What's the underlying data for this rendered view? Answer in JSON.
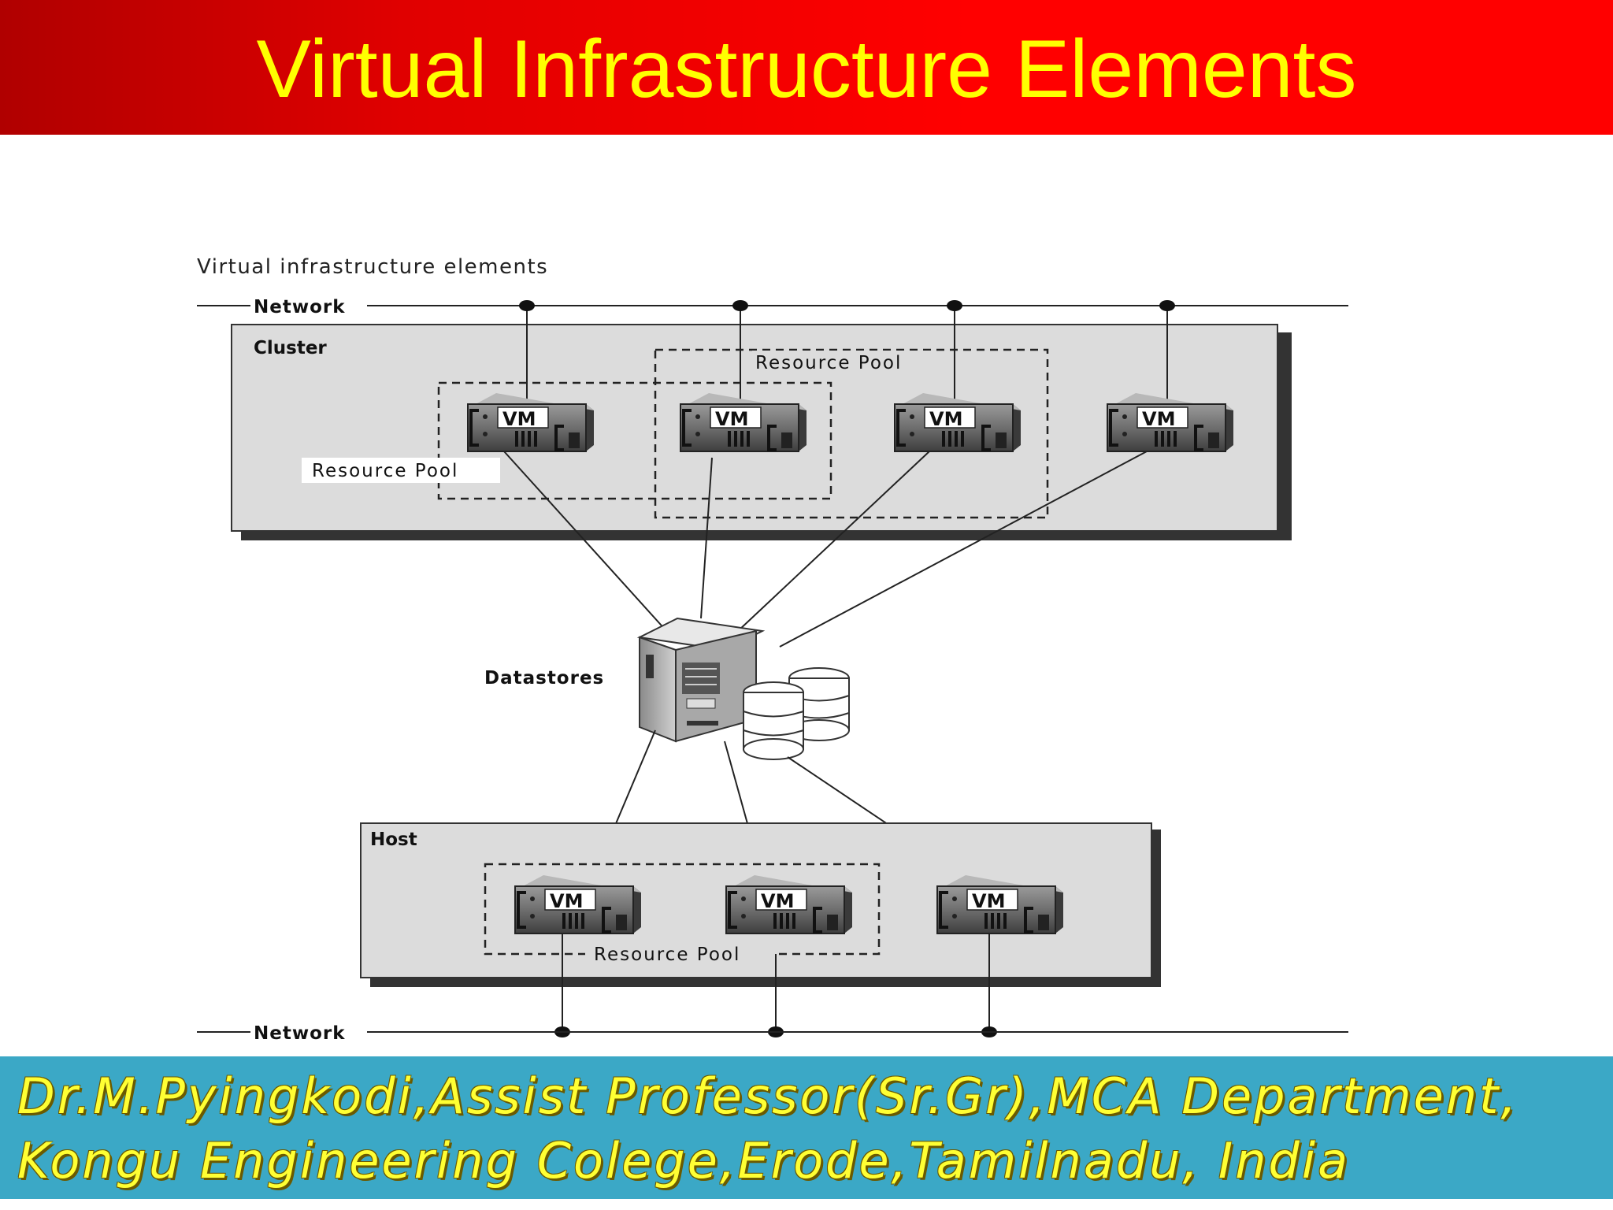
{
  "slide": {
    "title": "Virtual Infrastructure Elements"
  },
  "diagram": {
    "caption": "Virtual infrastructure elements",
    "network_top_label": "Network",
    "network_bottom_label": "Network",
    "cluster_label": "Cluster",
    "host_label": "Host",
    "datastores_label": "Datastores",
    "resource_pool_labels": [
      "Resource Pool",
      "Resource Pool",
      "Resource Pool"
    ],
    "vm_label": "VM"
  },
  "footer": {
    "line1": "Dr.M.Pyingkodi,Assist Professor(Sr.Gr),MCA Department,",
    "line2": "Kongu Engineering Colege,Erode,Tamilnadu, India"
  },
  "colors": {
    "title_bg": "#e00000",
    "title_text": "#ffff00",
    "footer_bg": "#3ba8c6",
    "footer_text": "#ffff33",
    "box_fill": "#dcdcdc"
  }
}
